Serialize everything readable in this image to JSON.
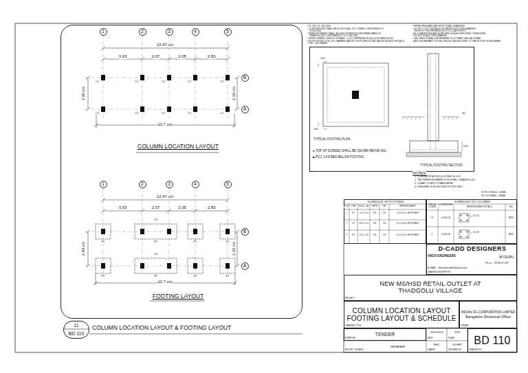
{
  "diagram": {
    "nodes": [
      {
        "text": [
          "COLUMN LOCATION LAYOUT",
          "FOOTING LAYOUT"
        ]
      },
      {
        "text": [
          "1"
        ],
        "in": 0
      },
      {
        "text": [
          "2"
        ],
        "in": 0
      },
      {
        "text": [
          "3"
        ],
        "in": 0
      },
      {
        "text": [
          "4"
        ],
        "in": 0
      },
      {
        "text": [
          "5"
        ],
        "in": 0
      },
      {
        "text": [
          "B"
        ],
        "in": 0
      },
      {
        "text": [
          "A"
        ],
        "in": 0
      },
      {
        "text": [
          "1"
        ],
        "in": 0
      },
      {
        "text": [
          "2"
        ],
        "in": 0
      },
      {
        "text": [
          "3"
        ],
        "in": 0
      },
      {
        "text": [
          "4"
        ],
        "in": 0
      },
      {
        "text": [
          "5"
        ],
        "in": 0
      },
      {
        "text": [
          "B"
        ],
        "in": 0
      },
      {
        "text": [
          "A"
        ],
        "in": 0
      },
      {
        "text": [
          "TYPICAL FOOTING PLAN",
          "TYPICAL FOOTING SECTION"
        ]
      },
      {
        "text": [
          "SCHEDULE OF FOOTINGS"
        ]
      },
      {
        "text": [
          "SCHEDULE OF COLUMNS"
        ]
      },
      {
        "text": [
          "D-CADD DESIGNERS"
        ]
      },
      {
        "text": [
          "NEW MS/HSD RETAIL OUTLET AT THADGOLU VILLAGE"
        ]
      },
      {
        "text": [
          "COLUMN LOCATION LAYOUT FOOTING LAYOUT & SCHEDULE"
        ]
      },
      {
        "text": [
          "INDIAN OIL CORPORATION LIMITED",
          "Bangalore Divisional Office"
        ]
      },
      {
        "text": [
          "TENDER"
        ]
      },
      {
        "text": [
          "BD 110"
        ]
      },
      {
        "text": [
          "11",
          "BD 110"
        ]
      }
    ],
    "labels": [
      "10.47 c/c",
      "3.63",
      "2.07",
      "2.05",
      "2.83",
      "3.40 c/c",
      "3.10 c/c",
      "10.7 o/o",
      "C1",
      "C1",
      "C1",
      "C1",
      "C1",
      "C1",
      "C1",
      "C1",
      "C1",
      "C1",
      "10.47 c/c",
      "3.63",
      "2.07",
      "2.05",
      "2.83",
      "3.40 c/c",
      "3.10 c/c",
      "10.7 o/o",
      "F1",
      "F2",
      "F1",
      "F1",
      "F1",
      "F2",
      "F1",
      "F1",
      "2.6",
      "2.6",
      "• IS : 800, IS : 456-2000",
      "• CONCRETE MIX SHALL BE M 20 FOR ALL RCC ITEMS CONFORMING TO",
      "IS 456-2000",
      "• REINFORCEMENT SHALL BE HIGH STRENGTH DEFORMED BARS OF",
      "GRADE Fe 415 CONFORMING TO IS 1786-1985",
      "• DEVELOPMENT LENGTH OF BARS : a) IN COMPRESSION 40D b) IN TENSION 45D",
      "• ROOF PROJECTION, RCC PARAPET AND RC DROP SHOULD BE CASTED MONOLITHICALLY",
      "• TMT - 500 GRADE",
      "• REFER RELEVANT ARCHITECTURAL DRAWINGS",
      "• DO NOT COPY, RETRACE OR REPRODUCE THIS DRAWING",
      "WITHOUT THE PERMISSION OF IOCL AUTHORITY",
      "• ALL DIMENSIONS ARE IN METERS UNLESS SPECIFIED OTHER WISE",
      "• DO NOT SCALE THIS DRAWING",
      "• LAP LENGTH SHALL BE MINIMUM OF 45 TIMES THE DIA OF BAR",
      "• ANY DISCREPANCY FOUND SHOULD BE BROUGHT TO THE NOTICE OF ENGINEER",
      "100",
      "100",
      "GL",
      "150",
      "● TOP OF SCREED SHALL BE 150 MM ABOVE NGL",
      "■ PCC 1:4:8 BED BELOW FOOTING",
      "NOTES:",
      "1. CONCRETE MIX M 20 & STEEL Fe 415",
      "2. TMT REINFORCEMENT FOR STEEL GRADE Fe 415",
      "3. CLEAR COVER TO MAIN REINF",
      "4. DESIGNED FOR GROUND FLOOR ONLY",
      "IN FOOTINGS - 50MM",
      "IN COLUMNS - 40MM",
      "SL NO",
      "TYPE",
      "SIZE (L x B)",
      "DEPTH",
      "THK",
      "REINFORCEMENT",
      "1",
      "F1",
      "1.20 x 1.20",
      "450",
      "150",
      "10 @ 150 c/c BOTH WAYS",
      "2",
      "F2",
      "2.60 x 1.20",
      "450",
      "150",
      "10 @ 150 c/c BOTH WAYS",
      "3",
      "F3",
      "1.50 x 1.50",
      "450",
      "150",
      "10 @ 150 c/c BOTH WAYS",
      "TYPE OF COLUMN",
      "COLUMN SIZES",
      "REINFORCEMENT DETAILS",
      "MIX",
      "C1",
      "0.23x0.30",
      "4-#12",
      "M20",
      "C",
      "0.23x0.30",
      "4-#12",
      "M20",
      "ARCH ENGINEERS",
      "MYSURU",
      "Ph.no. : 98 86 47 029",
      "E-MAIL : dileepdcadd@gmail.com",
      "DRAWING DESCRIPTION",
      "PROJECT",
      "DRAWING TITLE",
      "OWNER",
      "PURPOSE",
      "PROJECT DETAILS",
      "KARNATAKA",
      "23/12/2018",
      "DATE",
      "NTS",
      "SCALE",
      "MKD",
      "DRAWN",
      "DILEEP",
      "DESIGNED BY",
      "DRAWING NO",
      "COLUMN LOCATION LAYOUT & FOOTING LAYOUT"
    ]
  }
}
